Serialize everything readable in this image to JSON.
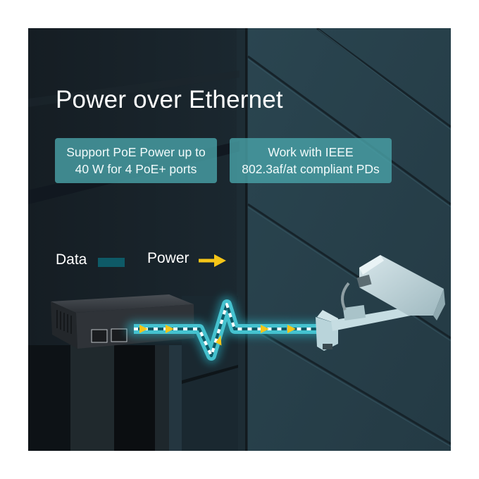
{
  "title": "Power over Ethernet",
  "features": [
    {
      "line1": "Support PoE Power up to",
      "line2": "40 W for 4 PoE+ ports"
    },
    {
      "line1": "Work with IEEE",
      "line2": "802.3af/at compliant PDs"
    }
  ],
  "legend": {
    "data_label": "Data",
    "power_label": "Power",
    "data_color": "#0e5a67",
    "power_color": "#f5c518"
  },
  "illustration": {
    "source_device": "poe-switch-icon",
    "target_device": "ip-camera-icon",
    "cable_glow_color": "#3ec3d3"
  }
}
